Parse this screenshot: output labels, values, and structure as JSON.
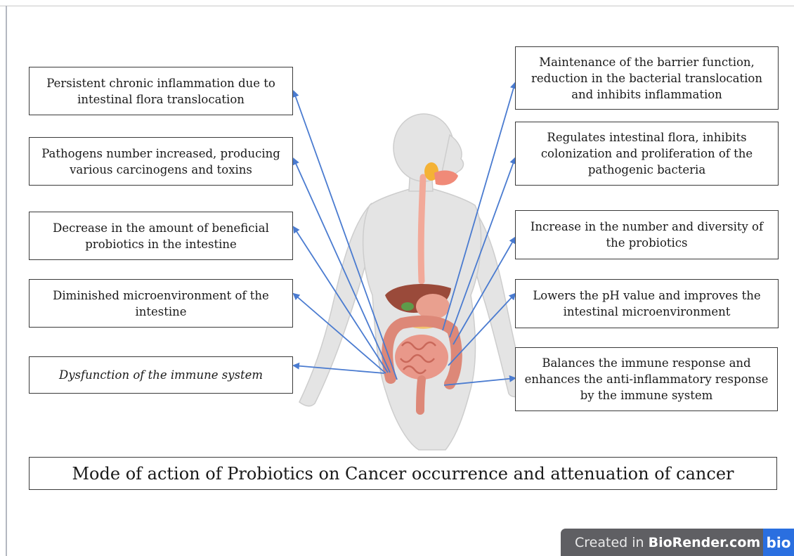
{
  "left_effects": [
    {
      "lines": [
        "Persistent chronic inflammation due to",
        "intestinal flora translocation"
      ]
    },
    {
      "lines": [
        "Pathogens number increased, producing",
        "various carcinogens and toxins"
      ]
    },
    {
      "lines": [
        "Decrease in the amount of beneficial",
        "probiotics in the intestine"
      ]
    },
    {
      "lines": [
        "Diminished microenvironment of the",
        "intestine"
      ]
    },
    {
      "lines": [
        "Dysfunction of the immune system"
      ]
    }
  ],
  "right_effects": [
    {
      "lines": [
        "Maintenance of the barrier function,",
        "reduction in the bacterial translocation",
        "and inhibits inflammation"
      ]
    },
    {
      "lines": [
        "Regulates intestinal flora, inhibits",
        "colonization and proliferation of the",
        "pathogenic bacteria"
      ]
    },
    {
      "lines": [
        "Increase in the number and diversity of",
        "the probiotics"
      ]
    },
    {
      "lines": [
        "Lowers the pH value and improves the",
        "intestinal microenvironment"
      ]
    },
    {
      "lines": [
        "Balances the immune response and",
        "enhances the anti-inflammatory response",
        "by the immune system"
      ]
    }
  ],
  "title": "Mode of action of Probiotics on Cancer occurrence and attenuation of cancer",
  "watermark": {
    "prefix": "Created in ",
    "brand": "BioRender.com",
    "logo": "bio"
  },
  "colors": {
    "arrow": "#4a7bd0",
    "border": "#3a3a3a",
    "body": "#e4e4e4",
    "badge": "#5f5f63",
    "logo": "#2a6fe0"
  }
}
